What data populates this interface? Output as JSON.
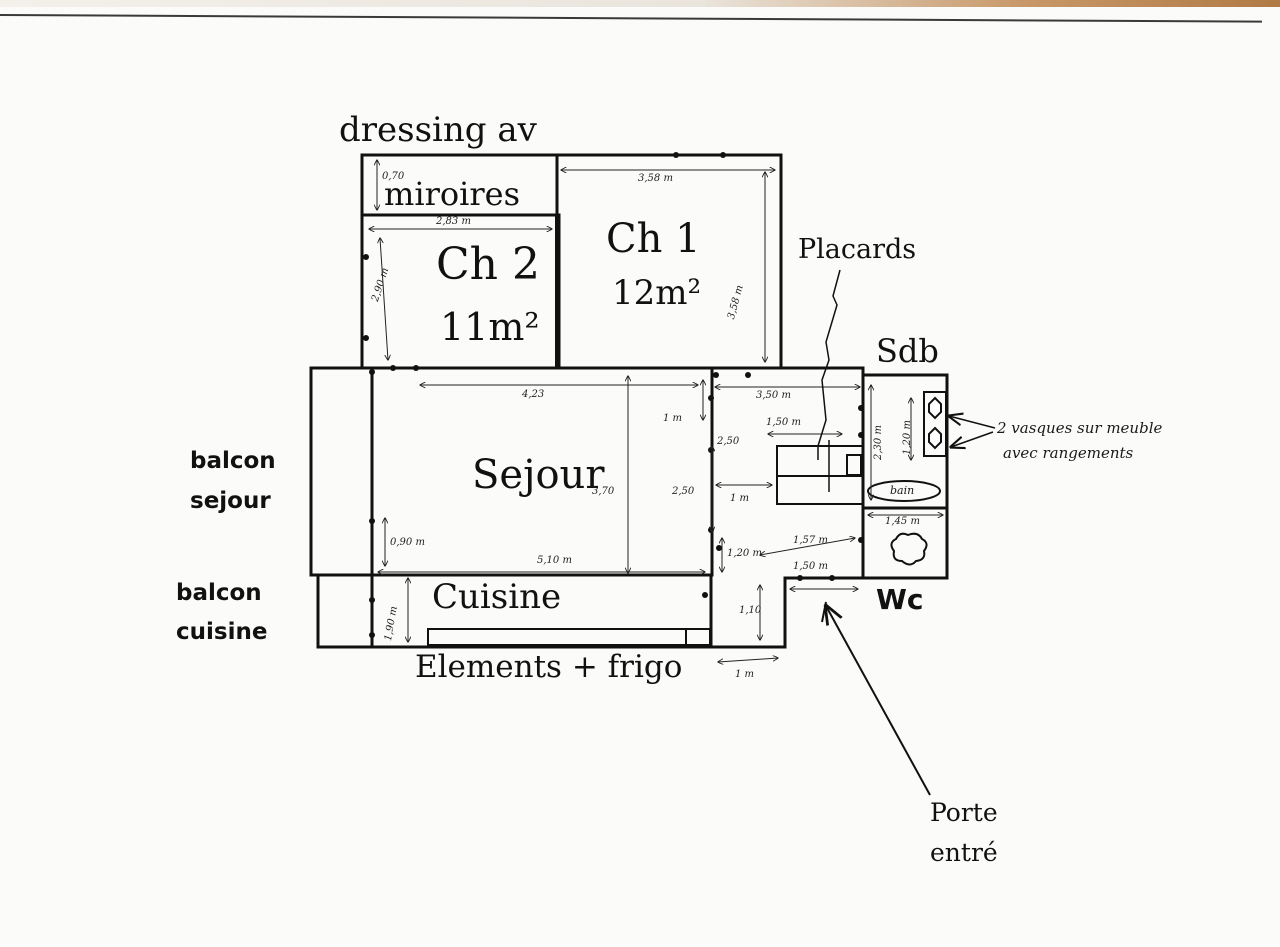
{
  "rooms": {
    "dressing_line1": "dressing av",
    "dressing_line2": "miroires",
    "ch2_name": "Ch 2",
    "ch2_area": "11m²",
    "ch1_name": "Ch 1",
    "ch1_area": "12m²",
    "placards": "Placards",
    "sdb": "Sdb",
    "sejour": "Sejour",
    "cuisine": "Cuisine",
    "wc": "Wc",
    "elements": "Elements + frigo",
    "balcon_sejour_1": "balcon",
    "balcon_sejour_2": "sejour",
    "balcon_cuisine_1": "balcon",
    "balcon_cuisine_2": "cuisine",
    "porte_1": "Porte",
    "porte_2": "entré"
  },
  "notes": {
    "vasques_1": "2 vasques sur meuble",
    "vasques_2": "avec rangements",
    "bain": "bain"
  },
  "dimensions": {
    "dressing_h": "0,70",
    "ch2_width": "2,83 m",
    "ch2_height": "2,90 m",
    "ch1_width": "3,58 m",
    "ch1_height": "3,58 m",
    "sejour_width": "4,23",
    "sejour_height": "3,70",
    "sejour_1m": "1 m",
    "sejour_side": "0,90 m",
    "sejour_bottom": "5,10 m",
    "entree_250": "2,50",
    "entree_1m": "1 m",
    "entree_width": "3,50 m",
    "placards_width": "1,50 m",
    "sdb_height": "2,30 m",
    "sdb_vasque": "1,20 m",
    "sdb_width": "1,45 m",
    "couloir_250": "2,50",
    "couloir_120": "1,20 m",
    "couloir_157": "1,57 m",
    "wc_width": "1,50 m",
    "couloir_110": "1,10",
    "cuisine_height": "1,90 m",
    "bottom_1m": "1 m"
  }
}
